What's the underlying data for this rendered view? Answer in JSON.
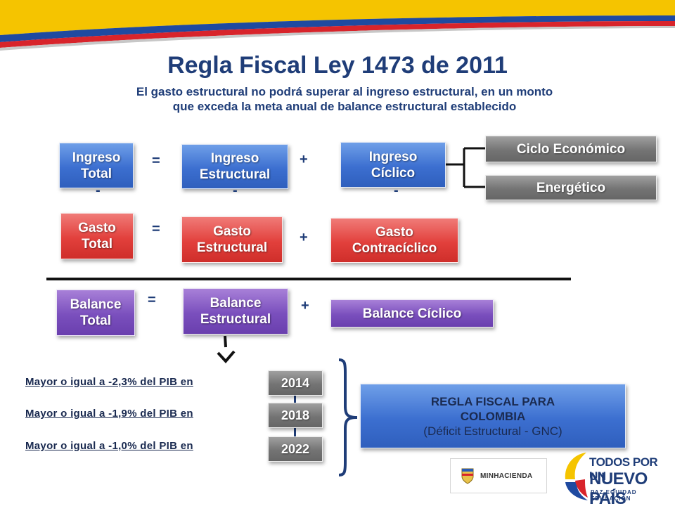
{
  "header": {
    "title": "Regla Fiscal Ley 1473 de 2011",
    "subtitle_line1": "El gasto estructural no podrá superar al ingreso estructural, en un monto",
    "subtitle_line2": "que exceda la meta anual de balance estructural establecido"
  },
  "colors": {
    "navy": "#1f3d78",
    "blue_box": "#3c6fd0",
    "red_box": "#e2403c",
    "purple_box": "#7a4fbd",
    "gray_box": "#747474",
    "flag_yellow": "#f5c400",
    "flag_blue": "#1f4aa0",
    "flag_red": "#d8242b"
  },
  "ingreso_row": {
    "total": [
      "Ingreso",
      "Total"
    ],
    "equals": "=",
    "estructural": [
      "Ingreso",
      "Estructural"
    ],
    "plus": "+",
    "ciclico": [
      "Ingreso",
      "Cíclico"
    ],
    "dash": "-",
    "ciclo_economico": "Ciclo Económico",
    "energetico": "Energético"
  },
  "gasto_row": {
    "total": [
      "Gasto",
      "Total"
    ],
    "equals": "=",
    "estructural": [
      "Gasto",
      "Estructural"
    ],
    "plus": "+",
    "contraciclico": [
      "Gasto",
      "Contracíclico"
    ]
  },
  "balance_row": {
    "total": [
      "Balance",
      "Total"
    ],
    "equals": "=",
    "estructural": [
      "Balance",
      "Estructural"
    ],
    "plus": "+",
    "ciclico": "Balance Cíclico"
  },
  "targets": [
    {
      "condition": "Mayor o igual a -2,3% del PIB en",
      "year": "2014"
    },
    {
      "condition": "Mayor o igual a -1,9% del PIB en",
      "year": "2018"
    },
    {
      "condition": "Mayor o igual a -1,0% del PIB en",
      "year": "2022"
    }
  ],
  "regla_box": {
    "line1": "REGLA FISCAL PARA",
    "line2": "COLOMBIA",
    "line3": "(Déficit Estructural - GNC)"
  },
  "logos": {
    "minhacienda": "MINHACIENDA",
    "todos_line1": "TODOS POR UN",
    "todos_line2": "NUEVO PAÍS",
    "todos_line3": "PAZ  EQUIDAD  EDUCACIÓN"
  }
}
